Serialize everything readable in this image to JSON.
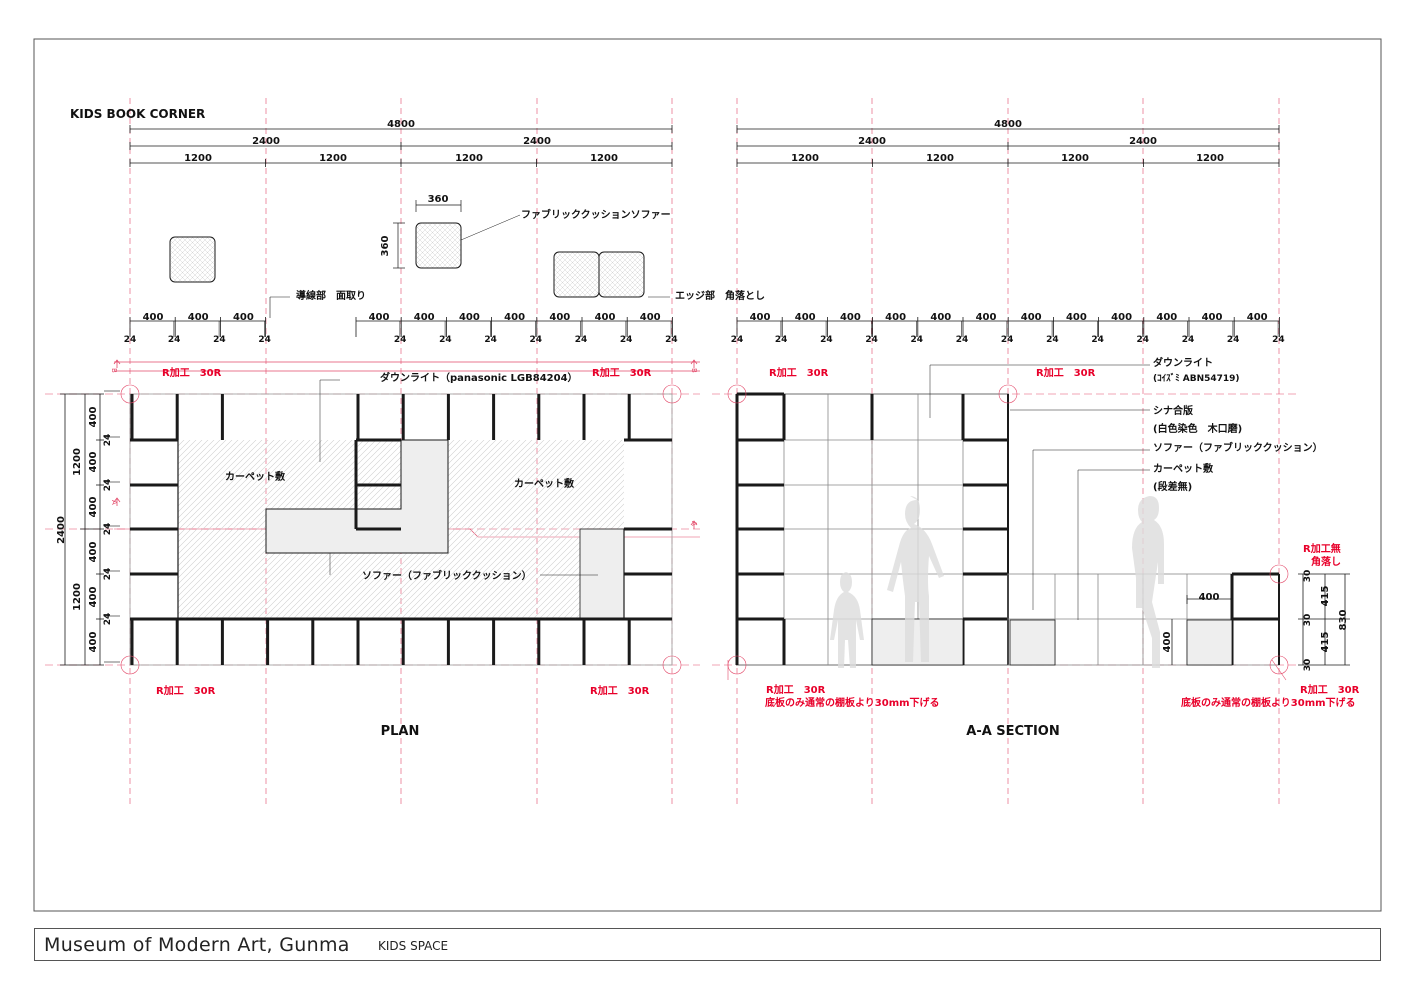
{
  "sheet": {
    "project_title": "Museum of Modern Art, Gunma",
    "project_subtitle": "KIDS SPACE",
    "drawing_title": "KIDS BOOK CORNER"
  },
  "views": {
    "plan_label": "PLAN",
    "section_label": "A-A SECTION"
  },
  "dimensions": {
    "overall": "4800",
    "half": "2400",
    "module": "1200",
    "shelf": "400",
    "board": "24",
    "cushion": "360",
    "height_total": "2400",
    "height_half": "1200",
    "sec_half": "415",
    "sec_total": "830",
    "sec_board": "30"
  },
  "section_marks": {
    "b": "B",
    "a": "A"
  },
  "labels": {
    "fabric_sofa": "ファブリッククッションソファー",
    "path_chamfer": "導線部　面取り",
    "edge_drop": "エッジ部　角落とし",
    "r30": "R加工　30R",
    "downlight_plan": "ダウンライト（panasonic LGB84204）",
    "carpet": "カーペット敷",
    "sofa_cushion": "ソファー（ファブリッククッション）",
    "downlight_sec_1": "ダウンライト",
    "downlight_sec_2": "(ｺｲｽﾞﾐ ABN54719)",
    "plywood_1": "シナ合版",
    "plywood_2": "(白色染色　木口磨)",
    "sofa_sec": "ソファー（ファブリッククッション）",
    "carpet_sec_1": "カーペット敷",
    "carpet_sec_2": "(段差無)",
    "r_none_1": "R加工無",
    "r_none_2": "角落し",
    "bottom_note": "底板のみ通常の棚板より30mm下げる"
  },
  "colors": {
    "line": "#1a1a1a",
    "guide": "#e34a6a",
    "note_red": "#e8002a",
    "hatch": "#cfcfcf",
    "fill_grey": "#ececec"
  }
}
